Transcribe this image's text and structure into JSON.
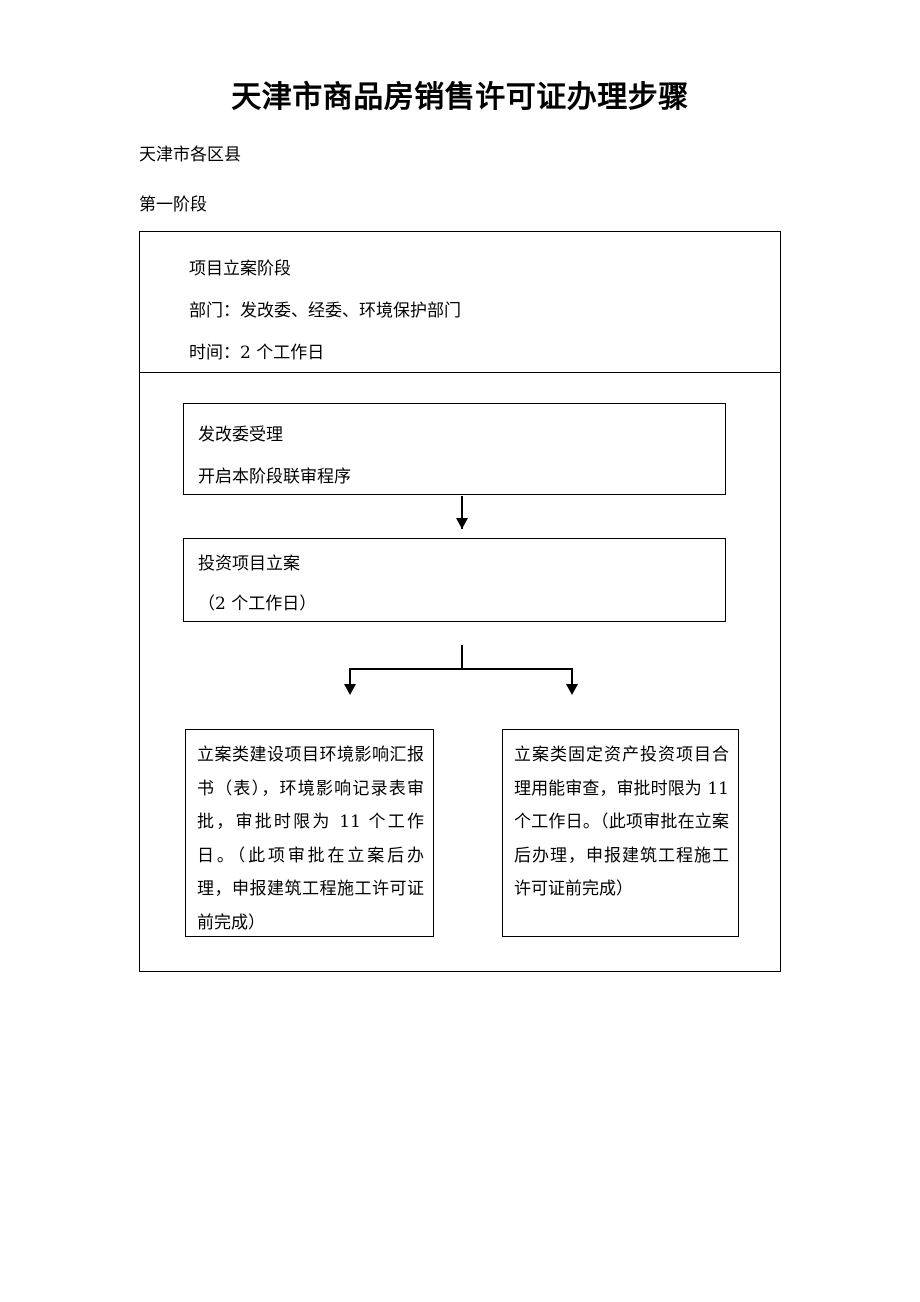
{
  "document": {
    "title": "天津市商品房销售许可证办理步骤",
    "subtitle": "天津市各区县",
    "stage_label": "第一阶段"
  },
  "flowchart": {
    "header": {
      "lines": [
        "项目立案阶段",
        "部门：发改委、经委、环境保护部门",
        "时间：2 个工作日"
      ]
    },
    "boxes": {
      "accept": {
        "lines": [
          "发改委受理",
          "开启本阶段联审程序"
        ]
      },
      "filing": {
        "lines": [
          "投资项目立案",
          "（2 个工作日）"
        ]
      },
      "branch_left": {
        "text": "立案类建设项目环境影响汇报书（表），环境影响记录表审批，审批时限为 11 个工作日。（此项审批在立案后办理，申报建筑工程施工许可证前完成）"
      },
      "branch_right": {
        "text": "立案类固定资产投资项目合理用能审查，审批时限为 11 个工作日。（此项审批在立案后办理，申报建筑工程施工许可证前完成）"
      }
    },
    "connectors": {
      "accept_to_filing": "down-arrow",
      "filing_to_branches": "fork-down-arrows"
    }
  },
  "colors": {
    "text": "#000000",
    "border": "#000000",
    "background": "#ffffff"
  }
}
